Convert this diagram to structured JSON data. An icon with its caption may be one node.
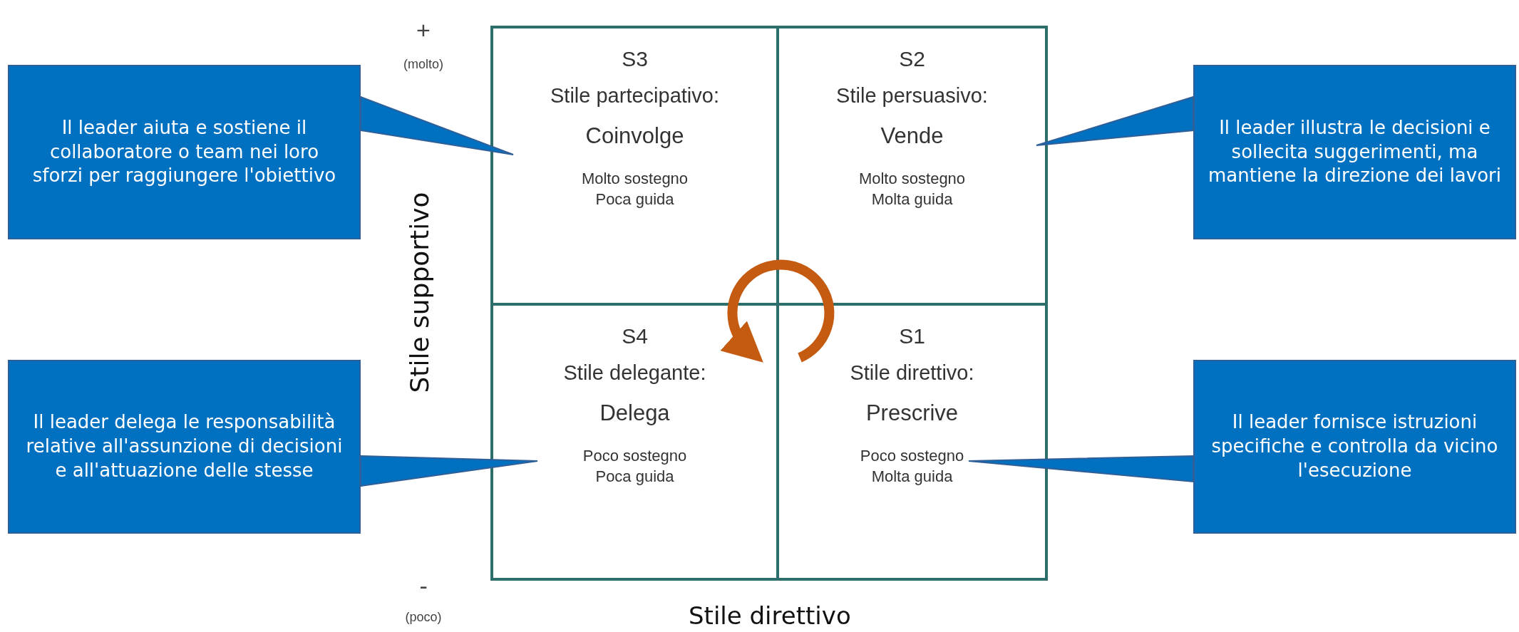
{
  "diagram": {
    "nodes": [
      {
        "text": [
          "Il leader aiuta e sostiene il collaboratore o team nei loro sforzi per raggiungere l'obiettivo"
        ]
      },
      {
        "text": [
          "S3",
          "Stile partecipativo:",
          "Coinvolge",
          "Molto sostegno Poca guida"
        ]
      },
      {
        "text": [
          "S2",
          "Stile persuasivo:",
          "Vende",
          "Molto sostegno Molta guida"
        ]
      },
      {
        "text": [
          "Il leader illustra le decisioni e sollecita suggerimenti, ma mantiene la direzione dei lavori"
        ]
      },
      {
        "text": [
          "Il leader delega le responsabilità relative all'assunzione di decisioni e all'attuazione delle stesse"
        ]
      },
      {
        "text": [
          "S4",
          "Stile delegante:",
          "Delega",
          "Poco sostegno Poca guida"
        ]
      },
      {
        "text": [
          "S1",
          "Stile direttivo:",
          "Prescrive",
          "Poco sostegno Molta guida"
        ]
      },
      {
        "text": [
          "Il leader fornisce istruzioni specifiche e controlla da vicino l'esecuzione"
        ]
      }
    ],
    "edges": [
      {
        "from": 0,
        "to": 1,
        "arrow": "none"
      },
      {
        "from": 3,
        "to": 2,
        "arrow": "none"
      },
      {
        "from": 4,
        "to": 5,
        "arrow": "none"
      },
      {
        "from": 7,
        "to": 6,
        "arrow": "none"
      }
    ],
    "labels": [
      "+",
      "(molto)",
      "Stile supportivo",
      "-",
      "(poco)",
      "Stile direttivo"
    ]
  }
}
